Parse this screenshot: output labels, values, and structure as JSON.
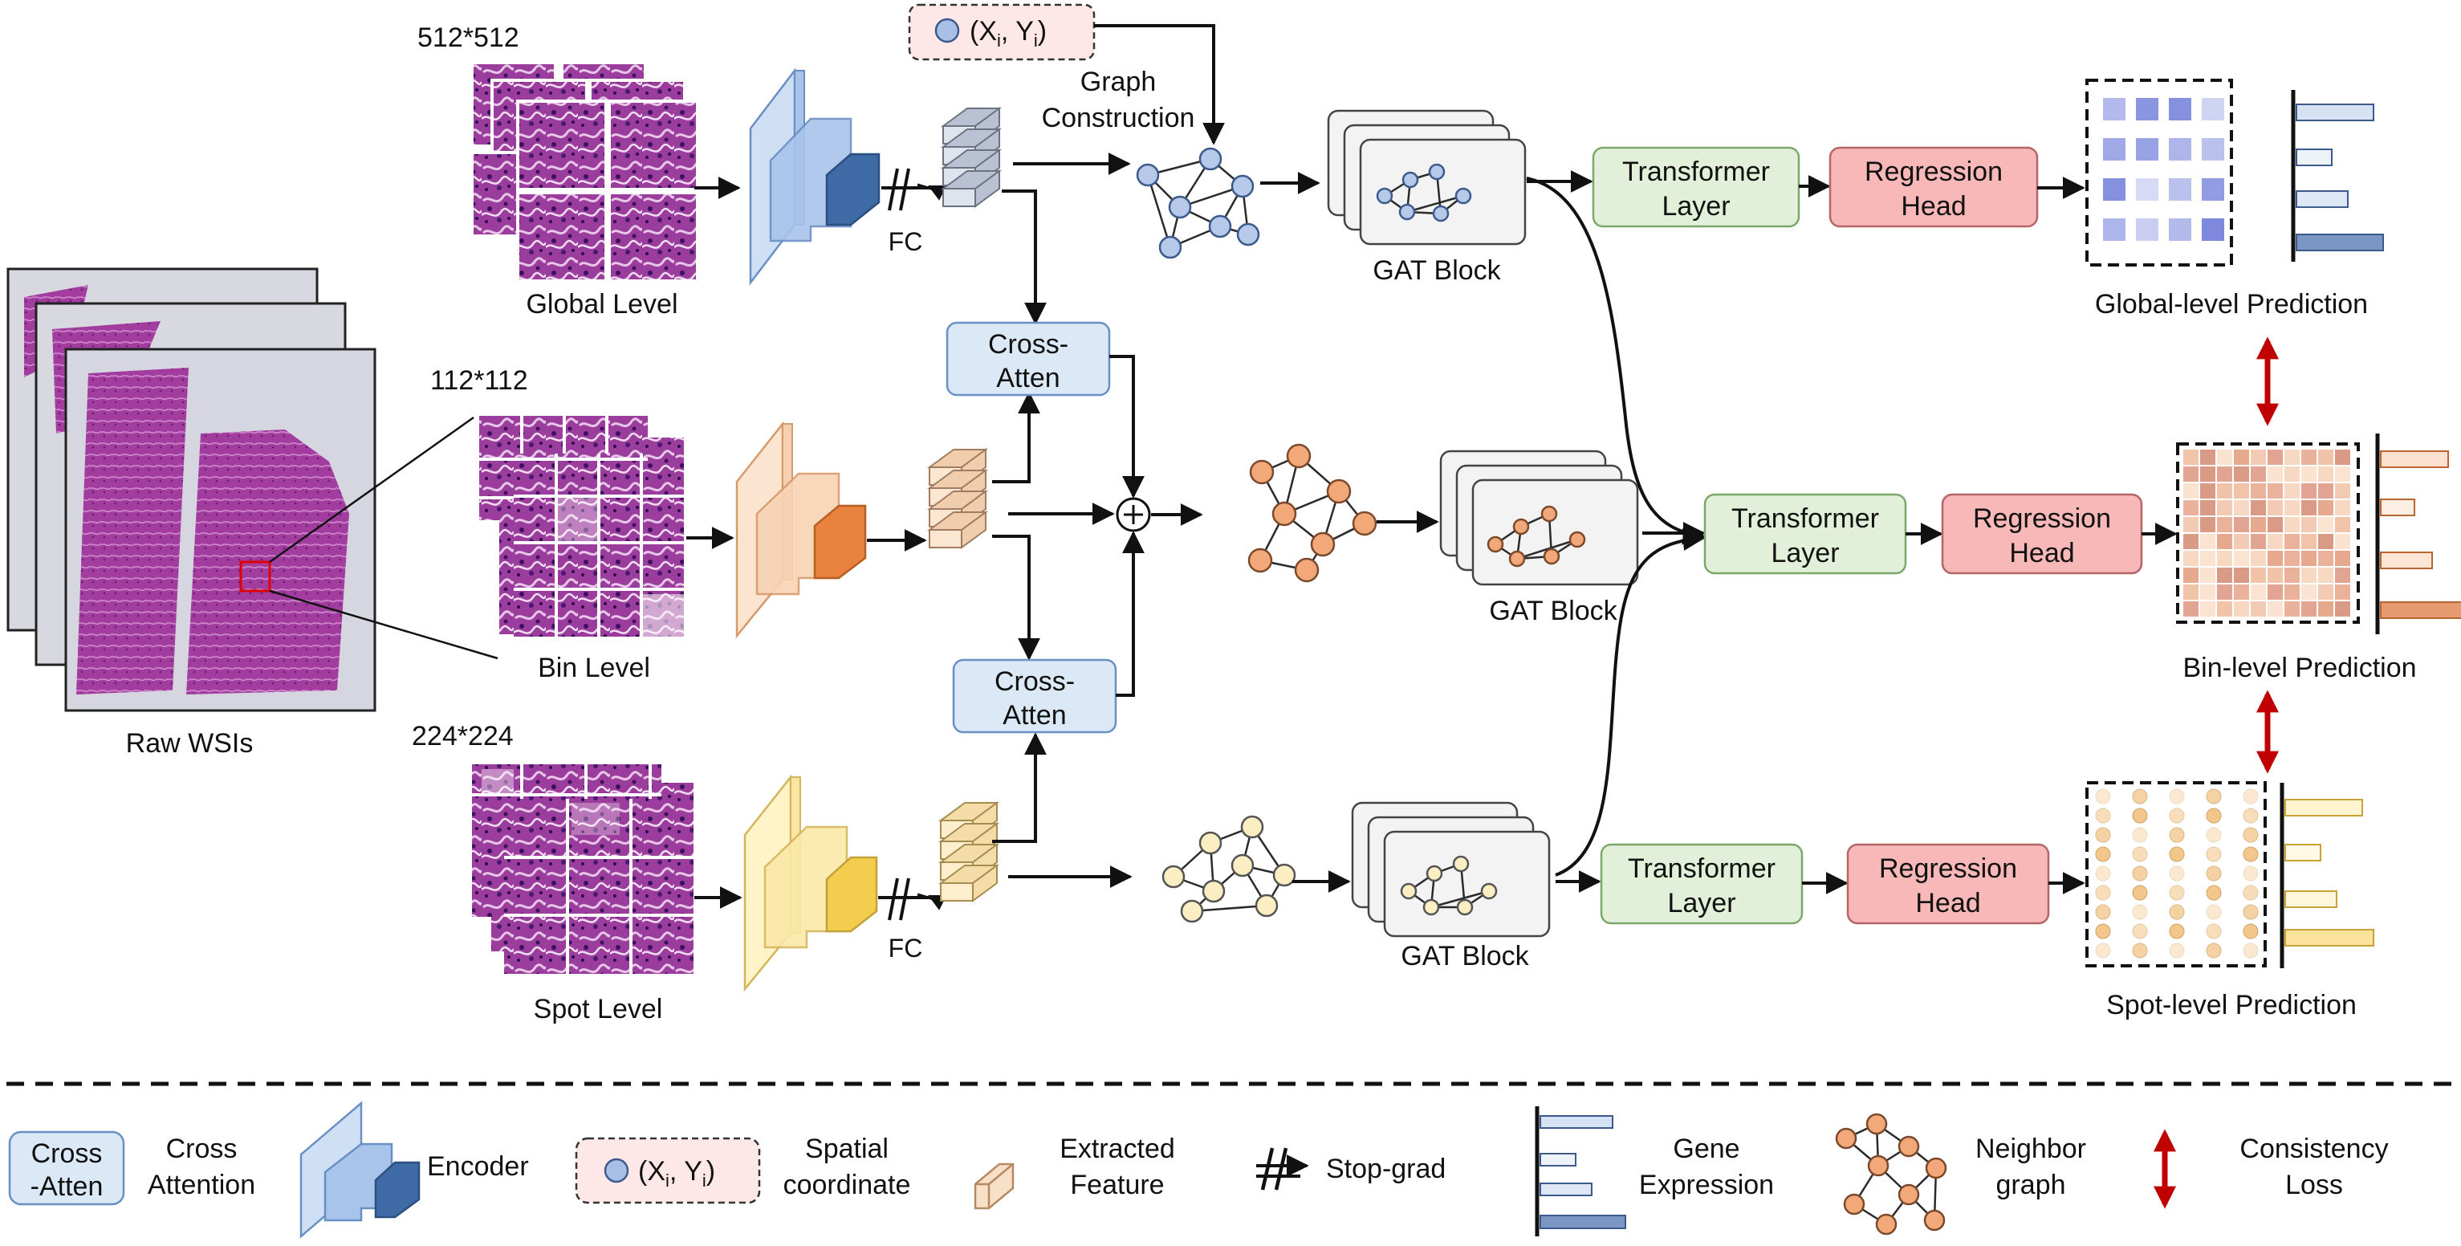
{
  "title": "",
  "levels": {
    "global": {
      "size": "512*512",
      "name": "Global Level",
      "fc": "FC"
    },
    "bin": {
      "size": "112*112",
      "name": "Bin Level"
    },
    "spot": {
      "size": "224*224",
      "name": "Spot Level",
      "fc": "FC"
    }
  },
  "raw": {
    "label": "Raw WSIs"
  },
  "coord": {
    "x": "X",
    "x_sub": "i",
    "sep": ", ",
    "y": "Y",
    "y_sub": "i"
  },
  "graph_construction": {
    "line1": "Graph",
    "line2": "Construction"
  },
  "cross_atten": {
    "line1": "Cross-",
    "line2": "Atten"
  },
  "gat_block": "GAT Block",
  "transformer": {
    "line1": "Transformer",
    "line2": "Layer"
  },
  "regression": {
    "line1": "Regression",
    "line2": "Head"
  },
  "predictions": {
    "global": "Global-level Prediction",
    "bin": "Bin-level Prediction",
    "spot": "Spot-level Prediction"
  },
  "legend": {
    "cross": {
      "box1": "Cross",
      "box2": "-Atten",
      "label1": "Cross",
      "label2": "Attention"
    },
    "encoder": "Encoder",
    "spatial": {
      "label1": "Spatial",
      "label2": "coordinate"
    },
    "extracted": {
      "label1": "Extracted",
      "label2": "Feature"
    },
    "stopgrad": "Stop-grad",
    "gene": {
      "label1": "Gene",
      "label2": "Expression"
    },
    "neighbor": {
      "label1": "Neighbor",
      "label2": "graph"
    },
    "consistency": {
      "label1": "Consistency",
      "label2": "Loss"
    }
  },
  "colors": {
    "global_node": "#b7c9e8",
    "bin_node": "#f2a878",
    "spot_node": "#fbeec3",
    "transformer_fill": "#e2f0d9",
    "regression_fill": "#f8b8b8",
    "cross_fill": "#dbe8f5",
    "consistency_arrow": "#c00000"
  }
}
